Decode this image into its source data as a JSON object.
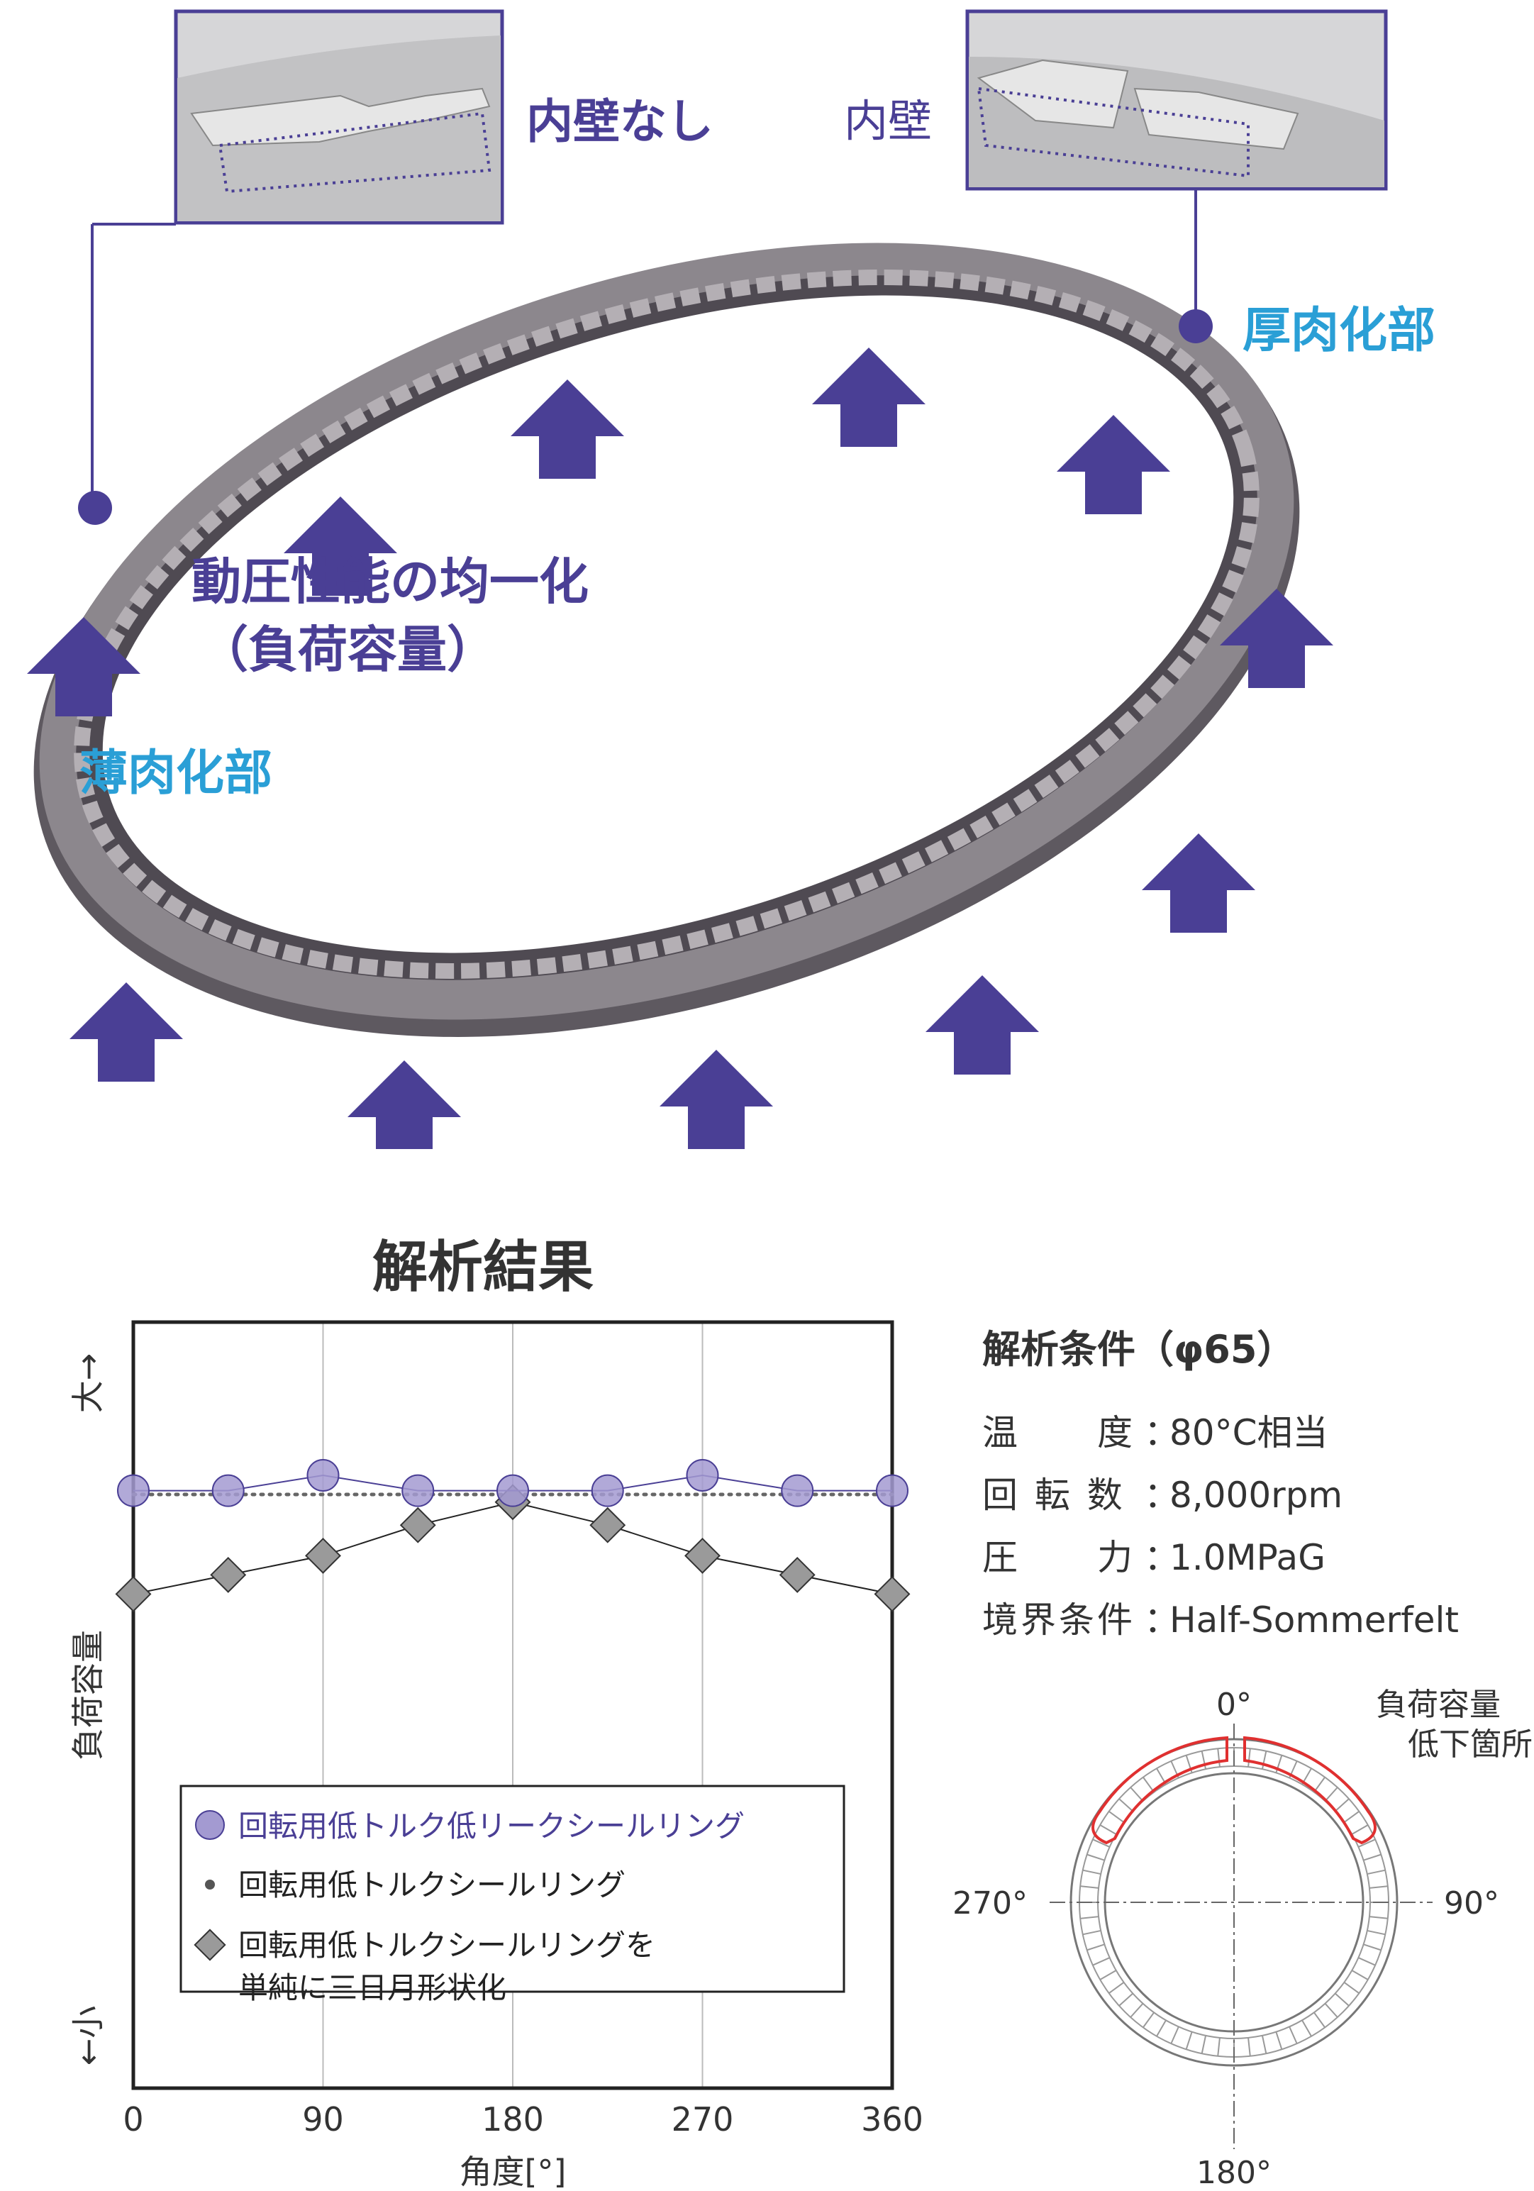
{
  "colors": {
    "purple": "#4a3f95",
    "cyan": "#2a9fd6",
    "ring_dark": "#5a555c",
    "ring_light": "#8f8a90",
    "circle_fill": "#a39ad1",
    "diamond_fill": "#9a9a9a",
    "red_outline": "#e03030"
  },
  "diagram": {
    "callout_no_inner_wall": "内壁なし",
    "callout_inner_wall": "内壁",
    "label_thick": "厚肉化部",
    "label_thin": "薄肉化部",
    "center_title_line1": "動圧性能の均一化",
    "center_title_line2": "（負荷容量）"
  },
  "chart_title": "解析結果",
  "chart_data": {
    "type": "line",
    "title": "解析結果",
    "xlabel": "角度[°]",
    "ylabel": "負荷容量",
    "y_top_label": "大→",
    "y_bottom_label": "←小",
    "x_ticks": [
      "0",
      "90",
      "180",
      "270",
      "360"
    ],
    "xlim": [
      0,
      360
    ],
    "ylim": [
      0,
      1
    ],
    "grid": "vertical",
    "legend_position": "bottom-left",
    "series": [
      {
        "name": "回転用低トルク低リークシールリング",
        "marker": "circle",
        "x": [
          0,
          45,
          90,
          135,
          180,
          225,
          270,
          315,
          360
        ],
        "y": [
          0.78,
          0.78,
          0.8,
          0.78,
          0.78,
          0.78,
          0.8,
          0.78,
          0.78
        ]
      },
      {
        "name": "回転用低トルクシールリング",
        "marker": "dot",
        "x": [
          0,
          360
        ],
        "y": [
          0.775,
          0.775
        ]
      },
      {
        "name": "回転用低トルクシールリングを\n単純に三日月形状化",
        "marker": "diamond",
        "x": [
          0,
          45,
          90,
          135,
          180,
          225,
          270,
          315,
          360
        ],
        "y": [
          0.645,
          0.67,
          0.695,
          0.735,
          0.765,
          0.735,
          0.695,
          0.67,
          0.645
        ]
      }
    ]
  },
  "conditions": {
    "title": "解析条件（φ65）",
    "rows": [
      {
        "label": "温　　度",
        "value": "80°C相当"
      },
      {
        "label": "回 転 数",
        "value": "8,000rpm"
      },
      {
        "label": "圧　　力",
        "value": "1.0MPaG"
      },
      {
        "label": "境界条件",
        "value": "Half-Sommerfelt"
      }
    ],
    "separator": "："
  },
  "ring_diagram": {
    "angle_top": "0°",
    "angle_right": "90°",
    "angle_bottom": "180°",
    "angle_left": "270°",
    "note_line1": "負荷容量",
    "note_line2": "低下箇所"
  }
}
